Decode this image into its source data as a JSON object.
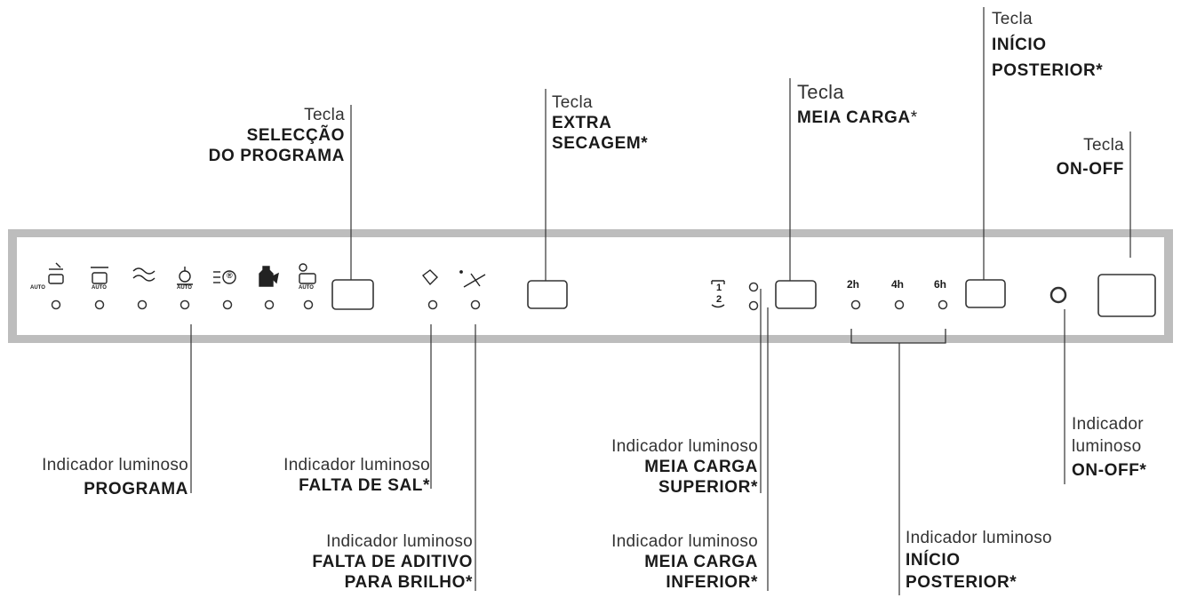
{
  "labels": {
    "selecao_programa": {
      "line1": "Tecla",
      "line2": "SELECÇÃO",
      "line3": "DO PROGRAMA"
    },
    "extra_secagem": {
      "line1": "Tecla",
      "line2": "EXTRA",
      "line3": "SECAGEM*"
    },
    "meia_carga": {
      "line1": "Tecla",
      "line2": "MEIA CARGA",
      "line2_suffix": "*"
    },
    "inicio_posterior_key": {
      "line1": "Tecla",
      "line2": "INÍCIO",
      "line3": "POSTERIOR*"
    },
    "on_off_key": {
      "line1": "Tecla",
      "line2": "ON-OFF"
    },
    "ind_programa": {
      "line1": "Indicador luminoso",
      "line2": "PROGRAMA"
    },
    "ind_falta_sal": {
      "line1": "Indicador luminoso",
      "line2": "FALTA DE SAL*"
    },
    "ind_falta_aditivo": {
      "line1": "Indicador luminoso",
      "line2": "FALTA DE ADITIVO",
      "line3": "PARA BRILHO*"
    },
    "ind_meia_superior": {
      "line1": "Indicador luminoso",
      "line2": "MEIA CARGA",
      "line3": "SUPERIOR*"
    },
    "ind_meia_inferior": {
      "line1": "Indicador luminoso",
      "line2": "MEIA CARGA",
      "line3": "INFERIOR*"
    },
    "ind_inicio_posterior": {
      "line1": "Indicador luminoso",
      "line2": "INÍCIO",
      "line3": "POSTERIOR*"
    },
    "ind_on_off": {
      "line1": "Indicador",
      "line2": "luminoso",
      "line3": "ON-OFF*"
    }
  },
  "panel": {
    "program_icons": [
      "auto-intensive-icon",
      "auto-normal-icon",
      "quick-rinse-icon",
      "auto-eco-icon",
      "r-program-icon",
      "delicate-bottle-icon",
      "auto-soak-icon"
    ],
    "icon_auto_text": "AUTO",
    "delay_hours": [
      "2h",
      "4h",
      "6h"
    ],
    "half_load_top": "1",
    "half_load_bottom": "2",
    "salt_icon_text": "®"
  }
}
